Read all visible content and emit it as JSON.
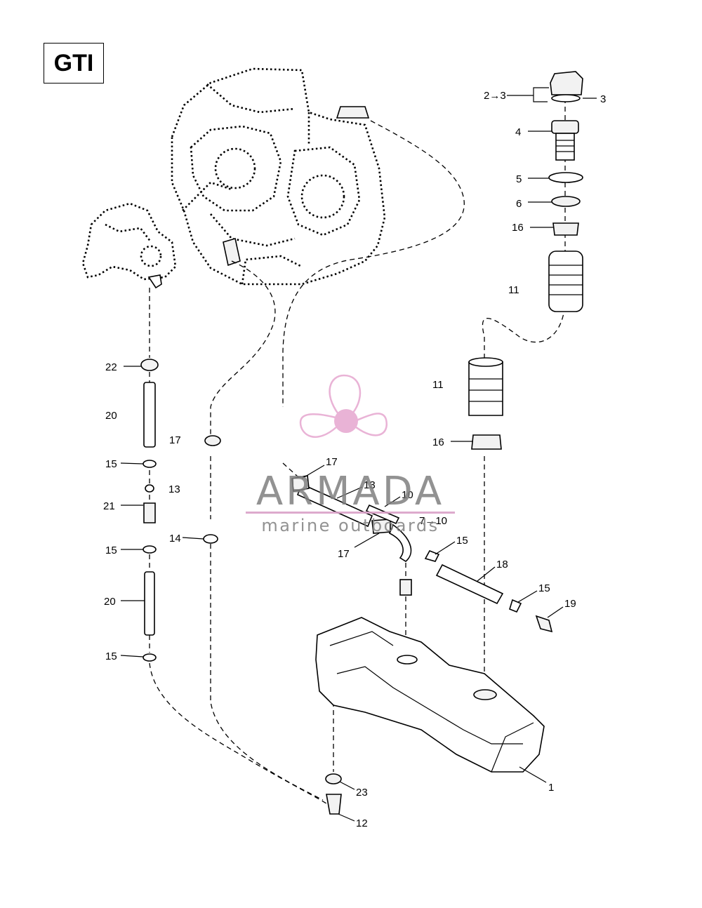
{
  "model_badge": "GTI",
  "watermark": {
    "title": "ARMADA",
    "subtitle": "marine outboards",
    "logo_color": "#e6a6cf"
  },
  "callouts": [
    {
      "id": "c-2-3",
      "text": "2→3"
    },
    {
      "id": "c-3",
      "text": "3"
    },
    {
      "id": "c-4",
      "text": "4"
    },
    {
      "id": "c-5",
      "text": "5"
    },
    {
      "id": "c-6",
      "text": "6"
    },
    {
      "id": "c-16a",
      "text": "16"
    },
    {
      "id": "c-11a",
      "text": "11"
    },
    {
      "id": "c-11b",
      "text": "11"
    },
    {
      "id": "c-16b",
      "text": "16"
    },
    {
      "id": "c-22",
      "text": "22"
    },
    {
      "id": "c-20a",
      "text": "20"
    },
    {
      "id": "c-17a",
      "text": "17"
    },
    {
      "id": "c-15a",
      "text": "15"
    },
    {
      "id": "c-13a",
      "text": "13"
    },
    {
      "id": "c-21",
      "text": "21"
    },
    {
      "id": "c-14",
      "text": "14"
    },
    {
      "id": "c-15b",
      "text": "15"
    },
    {
      "id": "c-20b",
      "text": "20"
    },
    {
      "id": "c-15c",
      "text": "15"
    },
    {
      "id": "c-17b",
      "text": "17"
    },
    {
      "id": "c-13b",
      "text": "13"
    },
    {
      "id": "c-10",
      "text": "10"
    },
    {
      "id": "c-7-10",
      "text": "7→10"
    },
    {
      "id": "c-17c",
      "text": "17"
    },
    {
      "id": "c-15d",
      "text": "15"
    },
    {
      "id": "c-18",
      "text": "18"
    },
    {
      "id": "c-15e",
      "text": "15"
    },
    {
      "id": "c-19",
      "text": "19"
    },
    {
      "id": "c-1",
      "text": "1"
    },
    {
      "id": "c-23",
      "text": "23"
    },
    {
      "id": "c-12",
      "text": "12"
    }
  ]
}
